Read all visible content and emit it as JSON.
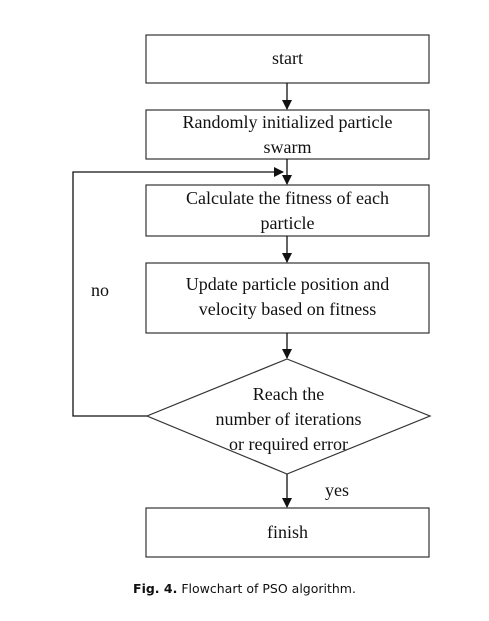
{
  "flowchart": {
    "start_label": "start",
    "init_line1": "Randomly initialized particle",
    "init_line2": "swarm",
    "fitness_line1": "Calculate the fitness of each",
    "fitness_line2": "particle",
    "update_line1": "Update particle position and",
    "update_line2": "velocity based on fitness",
    "decision_line1": "Reach the",
    "decision_line2": "number of iterations",
    "decision_line3": "or required error",
    "finish_label": "finish",
    "no_label": "no",
    "yes_label": "yes"
  },
  "caption": {
    "fig_label": "Fig. 4.",
    "text": "Flowchart of PSO algorithm."
  }
}
